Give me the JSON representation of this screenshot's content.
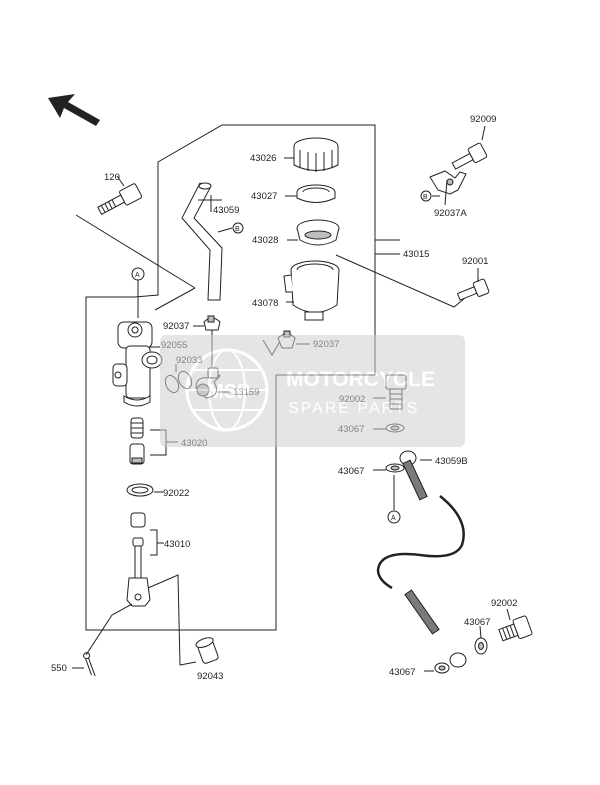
{
  "watermark": {
    "line1": "MOTORCYCLE",
    "line2": "SPARE PARTS",
    "logo_text": "MSP",
    "color": "#b0b0b0"
  },
  "callouts": {
    "ref_a": "A",
    "ref_b": "B"
  },
  "parts": {
    "p120": "120",
    "p43059": "43059",
    "p43026": "43026",
    "p43027": "43027",
    "p43028": "43028",
    "p43015": "43015",
    "p43078": "43078",
    "p92037_left": "92037",
    "p92037_right": "92037",
    "p92055": "92055",
    "p92033": "92033",
    "p13159": "13159",
    "p43020": "43020",
    "p92022": "92022",
    "p43010": "43010",
    "p550": "550",
    "p92043": "92043",
    "p92009": "92009",
    "p92037A": "92037A",
    "p92001": "92001",
    "p92002_top": "92002",
    "p43067_a": "43067",
    "p43067_b": "43067",
    "p43059B": "43059B",
    "p43067_c": "43067",
    "p92002_bot": "92002",
    "p43067_d": "43067"
  }
}
